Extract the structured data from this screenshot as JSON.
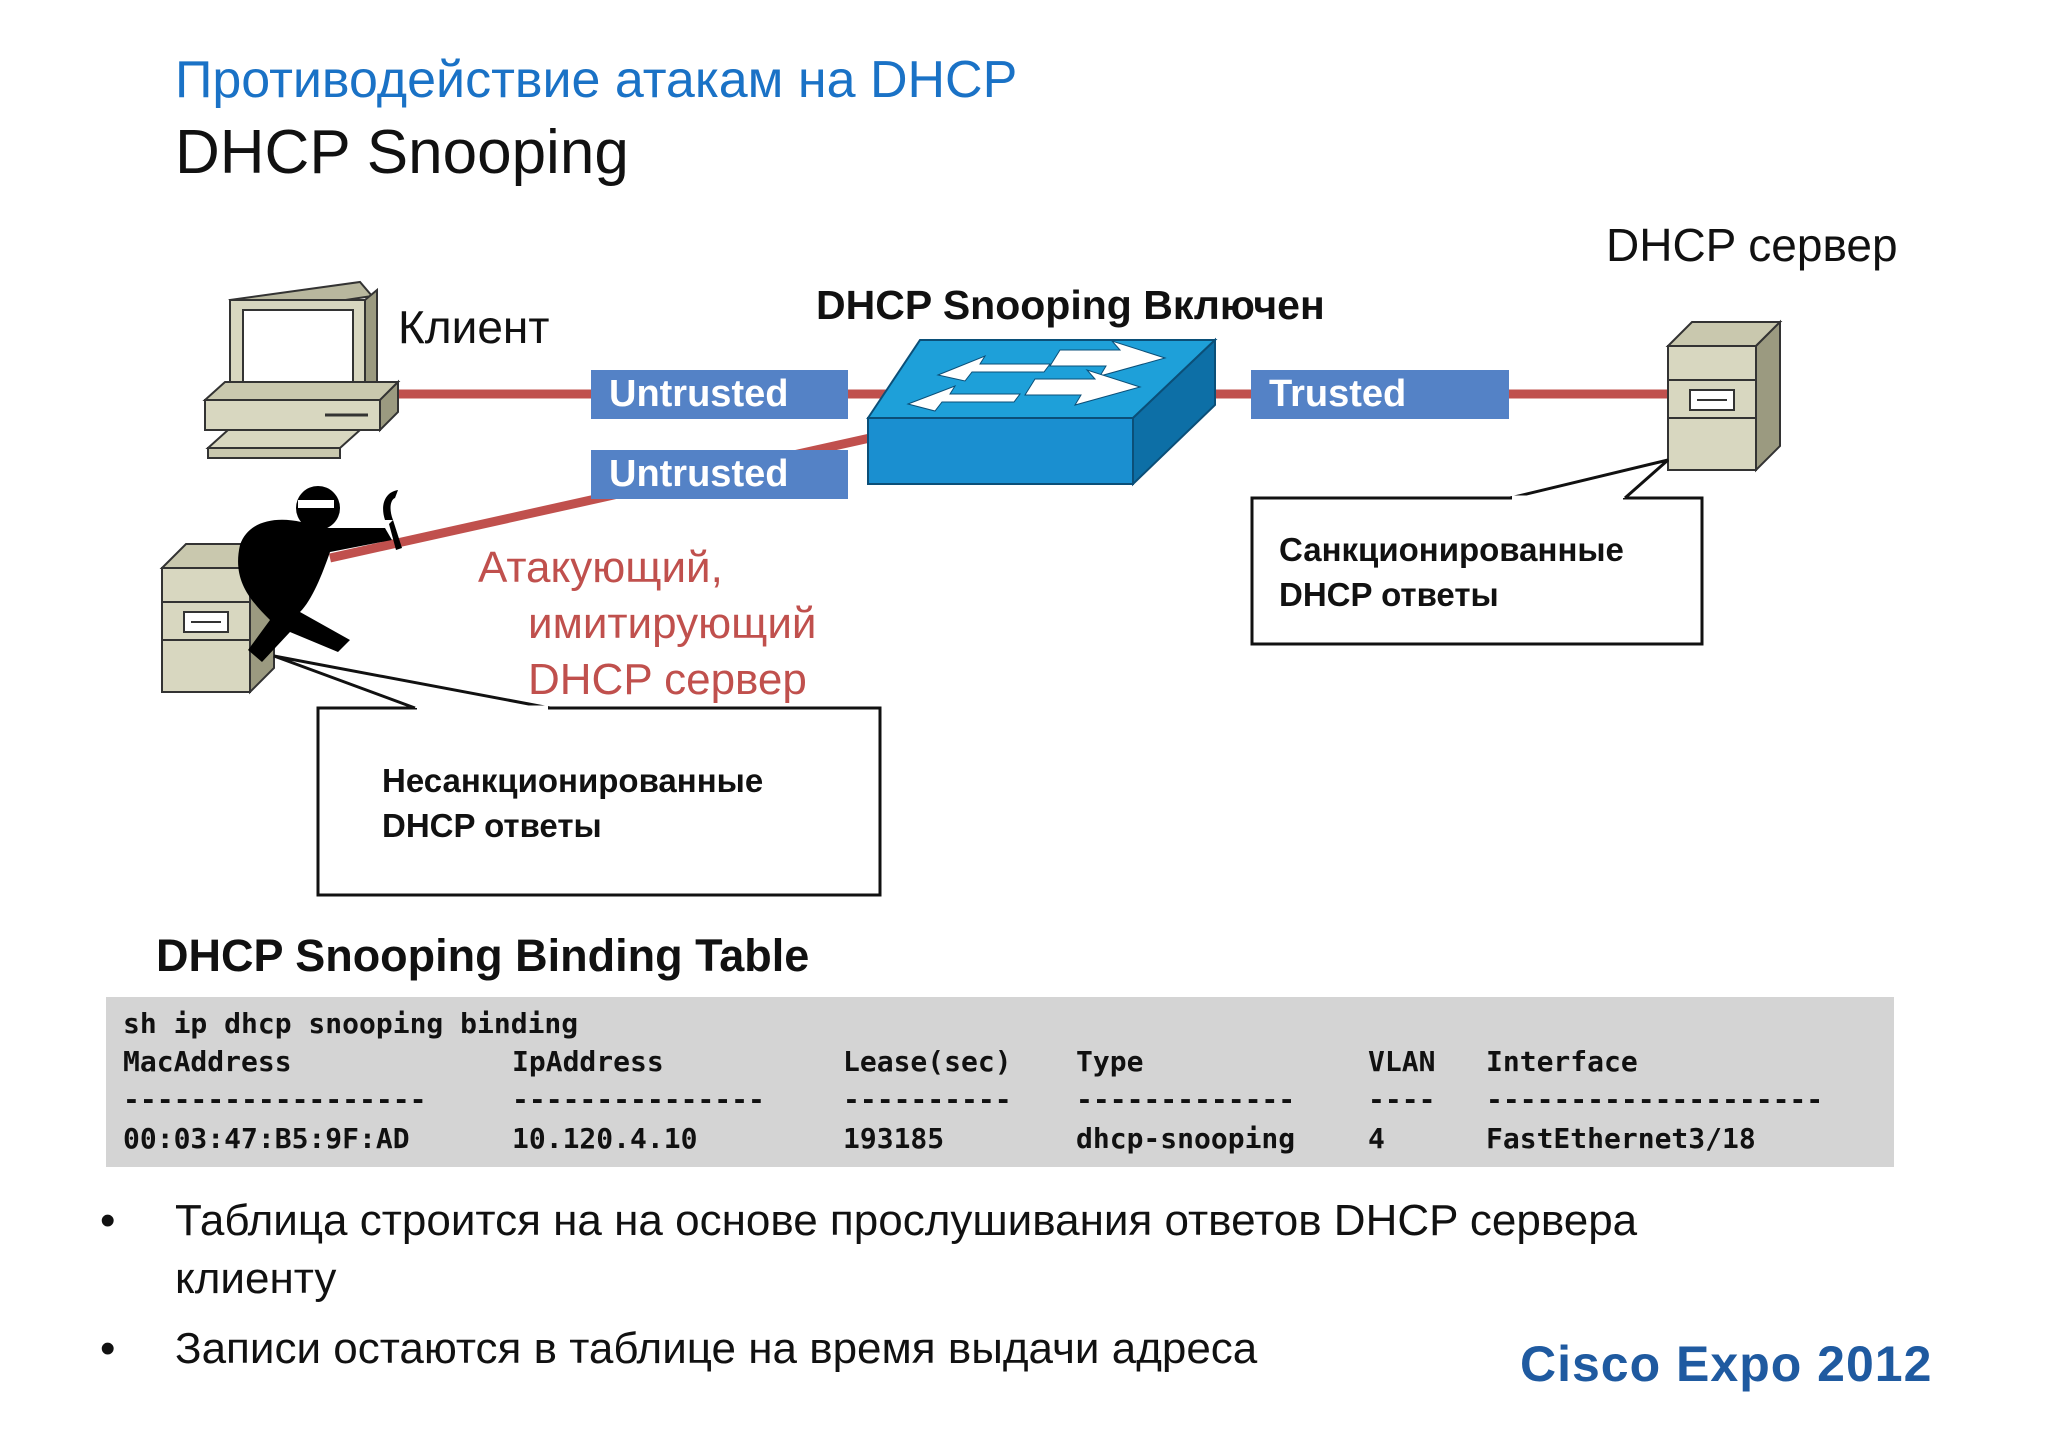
{
  "slide": {
    "title_ru": "Противодействие атакам на DHCP",
    "title_en": "DHCP Snooping"
  },
  "diagram": {
    "client_label": "Клиент",
    "server_label": "DHCP сервер",
    "switch_label": "DHCP Snooping Включен",
    "port_client": "Untrusted",
    "port_attacker": "Untrusted",
    "port_server": "Trusted",
    "attacker_lines": [
      "Атакующий,",
      "имитирующий",
      "DHCP сервер"
    ],
    "callout_unauthorized": [
      "Несанкционированные",
      "DHCP ответы"
    ],
    "callout_authorized": [
      "Санкционированные",
      "DHCP ответы"
    ],
    "colors": {
      "link": "#c0504d",
      "port_tag": "#5482c6",
      "switch_top": "#1ea0d9",
      "switch_side": "#0d6fa6",
      "attacker_text": "#c0504d",
      "title_blue": "#1a72c6",
      "device_beige": "#d8d7c0"
    },
    "icons": [
      "computer-icon",
      "server-icon",
      "switch-icon",
      "hacker-icon"
    ]
  },
  "binding_table": {
    "heading": "DHCP Snooping Binding Table",
    "command": "sh ip dhcp snooping binding",
    "columns": [
      "MacAddress",
      "IpAddress",
      "Lease(sec)",
      "Type",
      "VLAN",
      "Interface"
    ],
    "separators": [
      "------------------",
      "---------------",
      "----------",
      "-------------",
      "----",
      "--------------------"
    ],
    "rows": [
      [
        "00:03:47:B5:9F:AD",
        "10.120.4.10",
        "193185",
        "dhcp-snooping",
        "4",
        "FastEthernet3/18"
      ]
    ]
  },
  "bullets": [
    {
      "marker": "•",
      "lines": [
        "Таблица строится на на основе прослушивания ответов DHCP сервера",
        "клиенту"
      ]
    },
    {
      "marker": "•",
      "lines": [
        "Записи остаются в таблице на время выдачи адреса"
      ]
    }
  ],
  "footer": {
    "logo_text": "Cisco Expo 2012"
  }
}
